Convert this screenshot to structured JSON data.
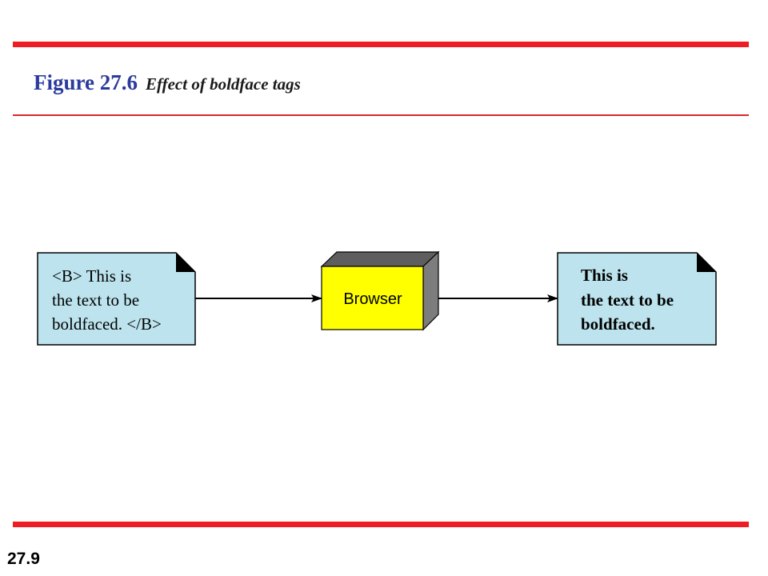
{
  "slide": {
    "figure_number": "Figure 27.6",
    "caption": "Effect of boldface tags",
    "page_number": "27.9"
  },
  "diagram": {
    "input_doc": {
      "lines": [
        "<B> This is",
        "the text to be",
        "boldfaced. </B>"
      ]
    },
    "processor": {
      "label": "Browser"
    },
    "output_doc": {
      "lines": [
        "This is",
        "the text to be",
        "boldfaced."
      ]
    },
    "colors": {
      "doc_fill": "#bde4ee",
      "browser_front": "#ffff00",
      "browser_side": "#7d7d7d",
      "browser_top": "#5e5e5e",
      "rule": "#ee1c24",
      "title": "#2b3a9e"
    }
  }
}
